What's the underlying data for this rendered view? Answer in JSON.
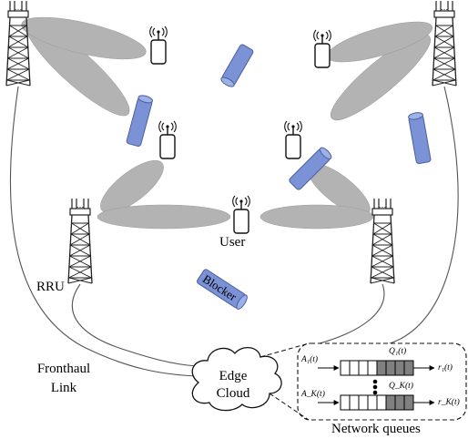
{
  "labels": {
    "user": "User",
    "rru": "RRU",
    "fronthaul_line1": "Fronthaul",
    "fronthaul_line2": "Link",
    "edge_line1": "Edge",
    "edge_line2": "Cloud",
    "blocker": "Blocker",
    "network_queues": "Network queues"
  },
  "queues": {
    "arrival_1": "A₁(t)",
    "arrival_k": "A_K(t)",
    "queue_1": "Q₁(t)",
    "queue_k": "Q_K(t)",
    "rate_1": "r₁(t)",
    "rate_k": "r_K(t)"
  },
  "colors": {
    "beam_fill": "#b3b3b3",
    "blocker_fill": "#7b93d6",
    "blocker_stroke": "#4a5f9e",
    "queue_filled": "#808080",
    "link_line": "#555555"
  }
}
